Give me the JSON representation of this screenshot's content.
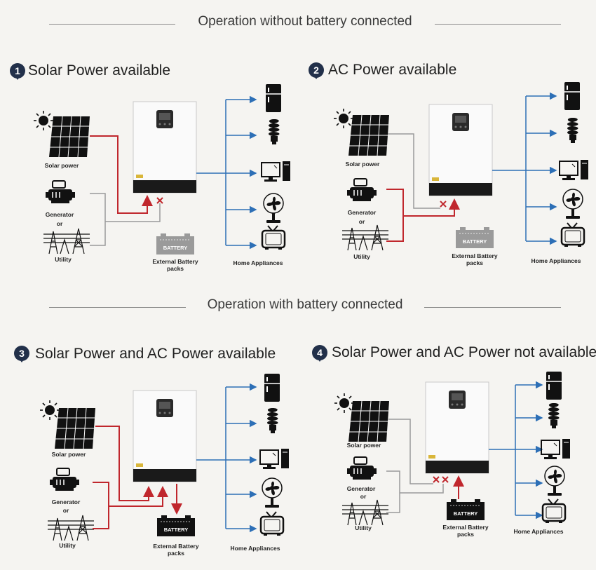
{
  "sections": {
    "without_battery": "Operation without battery connected",
    "with_battery": "Operation with battery connected"
  },
  "scenarios": [
    {
      "number": "1",
      "title": "Solar Power available"
    },
    {
      "number": "2",
      "title": "AC Power available"
    },
    {
      "number": "3",
      "title": "Solar Power and AC Power available"
    },
    {
      "number": "4",
      "title": "Solar Power and AC Power not available"
    }
  ],
  "labels": {
    "solar_power": "Solar power",
    "generator": "Generator",
    "or": "or",
    "utility": "Utility",
    "external_battery": "External Battery packs",
    "battery_text": "BATTERY",
    "home_appliances": "Home Appliances"
  },
  "icons": [
    "sun-icon",
    "solar-panel-icon",
    "generator-icon",
    "power-tower-icon",
    "inverter-icon",
    "battery-icon",
    "refrigerator-icon",
    "lightbulb-icon",
    "computer-icon",
    "fan-icon",
    "tv-icon",
    "blocked-x-icon"
  ],
  "colors": {
    "active_line": "#c0272d",
    "inactive_line": "#9a9a9a",
    "output_line": "#2d6fb6",
    "badge": "#22304a"
  }
}
